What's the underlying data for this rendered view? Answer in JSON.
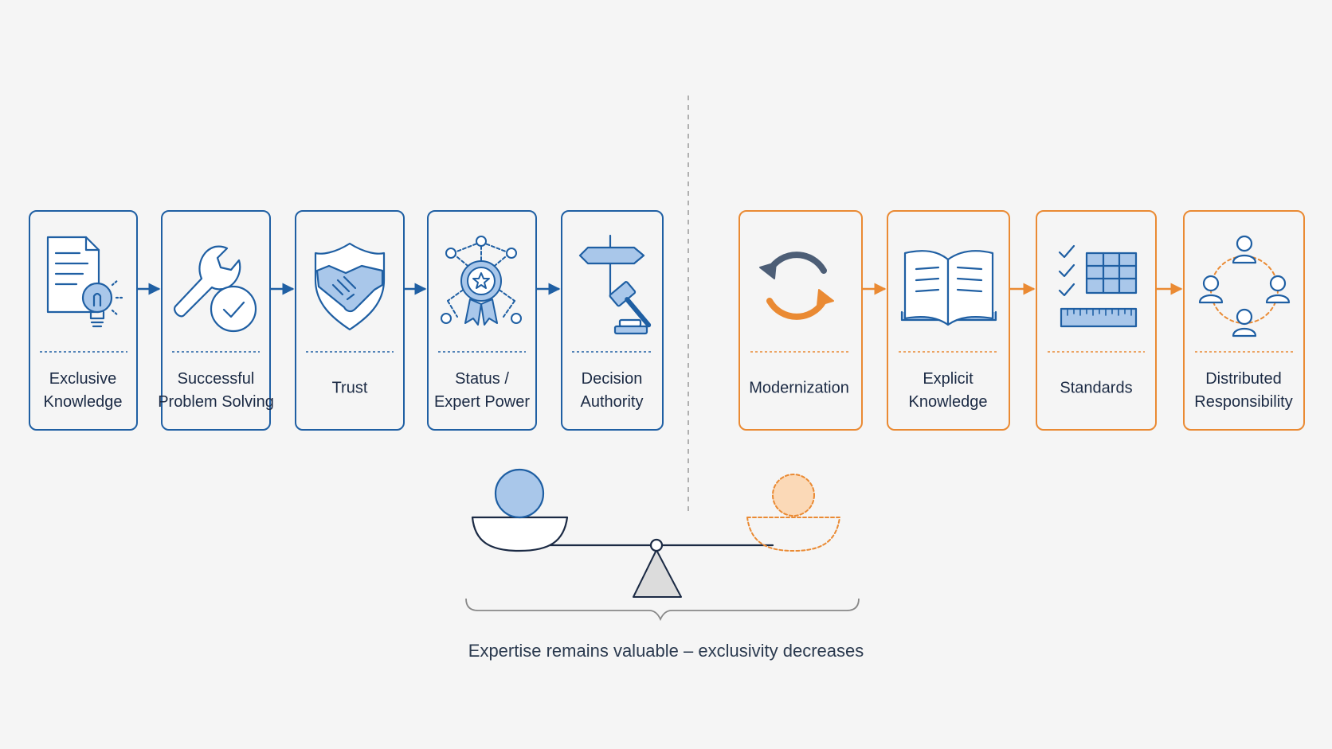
{
  "colors": {
    "blue": "#1f5fa3",
    "blue_fill": "#a9c7ea",
    "orange": "#ea8a33",
    "orange_fill": "#fbd9b7",
    "navy": "#1b2a44",
    "gray": "#555555",
    "background": "#f5f5f5"
  },
  "left_chain": [
    {
      "label": "Exclusive\nKnowledge",
      "icon": "document-lightbulb-icon"
    },
    {
      "label": "Successful\nProblem Solving",
      "icon": "wrench-check-icon"
    },
    {
      "label": "Trust",
      "icon": "shield-handshake-icon"
    },
    {
      "label": "Status /\nExpert Power",
      "icon": "network-medal-icon"
    },
    {
      "label": "Decision\nAuthority",
      "icon": "signpost-gavel-icon"
    }
  ],
  "right_chain": [
    {
      "label": "Modernization",
      "icon": "refresh-cycle-icon"
    },
    {
      "label": "Explicit\nKnowledge",
      "icon": "open-book-icon"
    },
    {
      "label": "Standards",
      "icon": "checklist-grid-ruler-icon"
    },
    {
      "label": "Distributed\nResponsibility",
      "icon": "people-circle-icon"
    }
  ],
  "balance_icon": "balance-scale-icon",
  "caption": "Expertise remains valuable – exclusivity decreases"
}
